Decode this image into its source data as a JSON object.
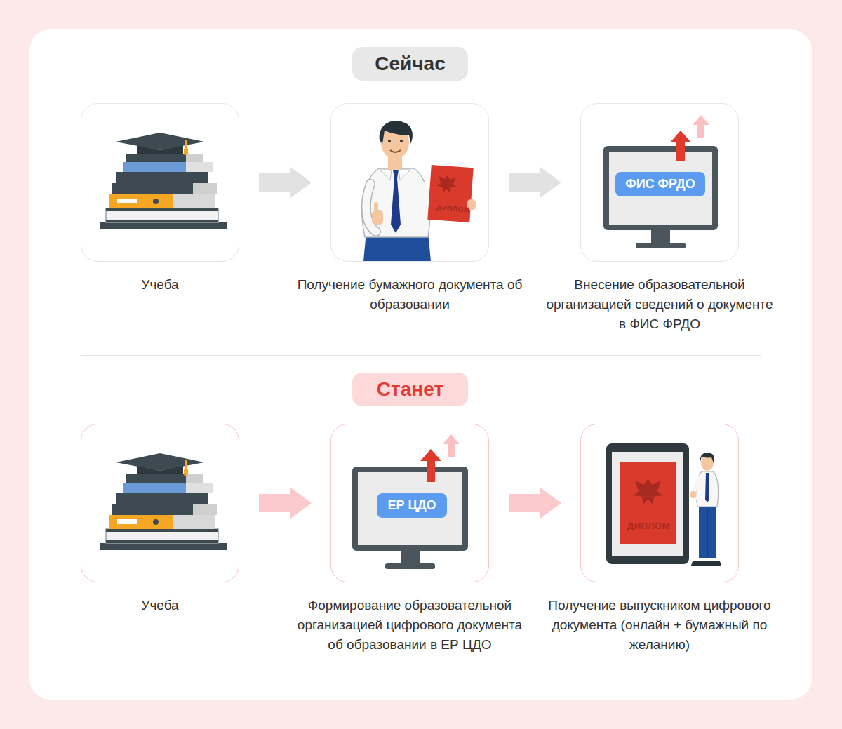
{
  "diagram": {
    "nodes": [
      {
        "text": [
          "Сейчас"
        ]
      },
      {
        "text": [
          "Учеба"
        ]
      },
      {
        "text": [
          "Получение бумажного документа об образовании"
        ]
      },
      {
        "text": [
          "Внесение образовательной организацией сведений о документе в ФИС ФРДО"
        ]
      },
      {
        "text": [
          "ФИС ФРДО"
        ],
        "in": 3
      },
      {
        "text": [
          "Станет"
        ]
      },
      {
        "text": [
          "Учеба"
        ]
      },
      {
        "text": [
          "Формирование образовательной организацией цифрового документа об образовании в ЕР ЦДО"
        ]
      },
      {
        "text": [
          "ЕР ЦДО"
        ],
        "in": 7
      },
      {
        "text": [
          "Получение выпускником цифрового документа (онлайн + бумажный по желанию)"
        ]
      }
    ],
    "edges": [
      {
        "from": 1,
        "to": 2,
        "arrow": "to"
      },
      {
        "from": 2,
        "to": 3,
        "arrow": "to"
      },
      {
        "from": 6,
        "to": 7,
        "arrow": "to"
      },
      {
        "from": 7,
        "to": 9,
        "arrow": "to"
      }
    ],
    "labels": [
      "ДИПЛОМ",
      "ДИПЛОМ"
    ]
  }
}
